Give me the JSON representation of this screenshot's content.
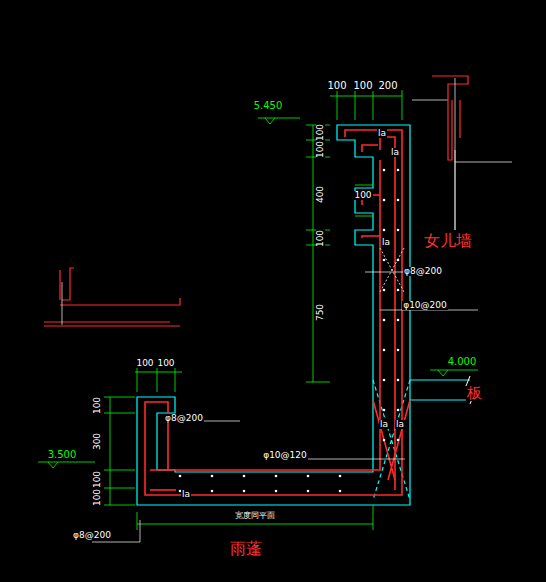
{
  "diagram": {
    "labels": [
      "100",
      "100",
      "200",
      "5.450",
      "100",
      "100",
      "400",
      "100",
      "750",
      "100",
      "la",
      "la",
      "la",
      "女儿墙",
      "φ8@200",
      "φ10@200",
      "4.000",
      "板",
      "100",
      "100",
      "100",
      "300",
      "3.500",
      "100",
      "100",
      "φ8@200",
      "φ10@120",
      "la",
      "la",
      "la",
      "宽度同平面",
      "φ8@200",
      "雨蓬"
    ]
  }
}
